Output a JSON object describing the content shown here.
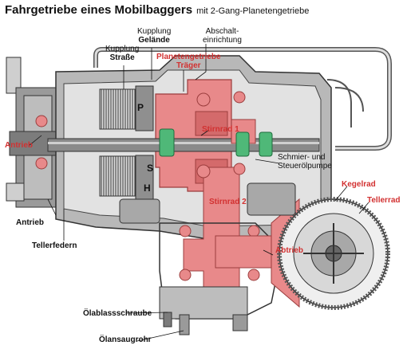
{
  "title": "Fahrgetriebe eines Mobilbaggers",
  "subtitle": "mit 2-Gang-Planetengetriebe",
  "labels": {
    "kupplung_gelaende_1": "Kupplung",
    "kupplung_gelaende_2": "Gelände",
    "kupplung_strasse_1": "Kupplung",
    "kupplung_strasse_2": "Straße",
    "abschalt_1": "Abschalt-",
    "abschalt_2": "einrichtung",
    "planetengetriebe_1": "Planetengetriebe",
    "planetengetriebe_2": "Träger",
    "stirnrad1": "Stirnrad 1",
    "stirnrad2": "Stirnrad 2",
    "antrieb_red": "Antrieb",
    "antrieb_black": "Antrieb",
    "schmier_1": "Schmier- und",
    "schmier_2": "Steuerölpumpe",
    "kegelrad": "Kegelrad",
    "tellerrad": "Tellerrad",
    "abtrieb": "Abtrieb",
    "tellerfedern": "Tellerfedern",
    "oelablass": "Ölablassschraube",
    "oelansaug": "Ölansaugrohr",
    "marker_p": "P",
    "marker_s": "S",
    "marker_h": "H"
  },
  "colors": {
    "highlight_red": "#d23131",
    "part_red": "#e8898a",
    "part_green": "#4fb878",
    "housing_gray": "#9a9a9a",
    "housing_light": "#cfcfcf",
    "ink": "#111111"
  }
}
